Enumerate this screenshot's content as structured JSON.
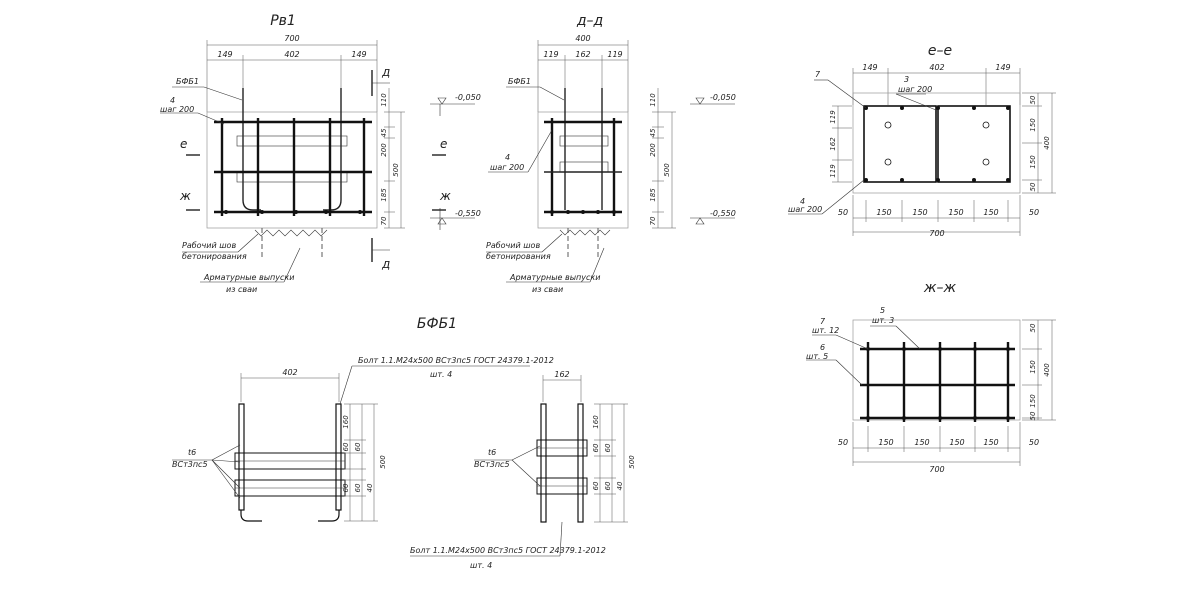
{
  "titles": {
    "rv": "Рв1",
    "dd": "д–д",
    "ee": "е–е",
    "zz": "ж–ж",
    "bfb": "БФБ1"
  },
  "rv": {
    "dim_top_total": "700",
    "dim_top_a": "149",
    "dim_top_b": "402",
    "dim_top_c": "149",
    "dim_r1": "110",
    "dim_r2": "45",
    "dim_r3": "200",
    "dim_r4": "185",
    "dim_r5": "70",
    "dim_total": "500",
    "label_bfb": "БФБ1",
    "label_pos": "4",
    "label_step": "шаг 200",
    "cut_e": "е",
    "cut_zh": "ж",
    "cut_d": "д",
    "elev_top": "-0,050",
    "elev_bot": "-0,550",
    "note_joint1": "Рабочий шов",
    "note_joint2": "бетонирования",
    "note_rebar1": "Арматурные выпуски",
    "note_rebar2": "из сваи"
  },
  "dd": {
    "dim_top_total": "400",
    "dim_top_a": "119",
    "dim_top_b": "162",
    "dim_top_c": "119",
    "dim_r1": "110",
    "dim_r2": "45",
    "dim_r3": "200",
    "dim_r4": "185",
    "dim_r5": "70",
    "dim_total": "500",
    "label_bfb": "БФБ1",
    "label_pos": "4",
    "label_step": "шаг 200",
    "elev_top": "-0,050",
    "elev_bot": "-0,550",
    "note_joint1": "Рабочий шов",
    "note_joint2": "бетонирования",
    "note_rebar1": "Арматурные выпуски",
    "note_rebar2": "из сваи"
  },
  "ee": {
    "pos7": "7",
    "pos3": "3",
    "step3": "шаг 200",
    "pos4": "4",
    "step4": "шаг 200",
    "dim_top_a": "149",
    "dim_top_b": "402",
    "dim_top_c": "149",
    "dim_left_a": "119",
    "dim_left_b": "162",
    "dim_left_c": "119",
    "dim_right": [
      "50",
      "150",
      "150",
      "50"
    ],
    "dim_right_total": "400",
    "dim_bottom": [
      "50",
      "150",
      "150",
      "150",
      "150",
      "50"
    ],
    "dim_bottom_total": "700"
  },
  "zz": {
    "pos7": "7",
    "qty7": "шт. 12",
    "pos6": "6",
    "qty6": "шт. 5",
    "pos5": "5",
    "qty5": "шт. 3",
    "dim_right": [
      "50",
      "150",
      "150",
      "50"
    ],
    "dim_right_total": "400",
    "dim_bottom": [
      "50",
      "150",
      "150",
      "150",
      "150",
      "50"
    ],
    "dim_bottom_total": "700"
  },
  "bfb": {
    "dim_left_width": "402",
    "dim_right_width": "162",
    "bolt_top": "Болт 1.1.М24х500 ВСт3пс5 ГОСТ 24379.1-2012",
    "bolt_top_qty": "шт. 4",
    "bolt_bottom": "Болт 1.1.М24х500 ВСт3пс5 ГОСТ 24379.1-2012",
    "bolt_bottom_qty": "шт. 4",
    "plate_left": "t6",
    "steel_left": "ВСт3пс5",
    "plate_right": "t6",
    "steel_right": "ВСт3пс5",
    "dims_v": [
      "160",
      "60",
      "60",
      "60",
      "60",
      "40"
    ],
    "dim_v_total": "500"
  }
}
